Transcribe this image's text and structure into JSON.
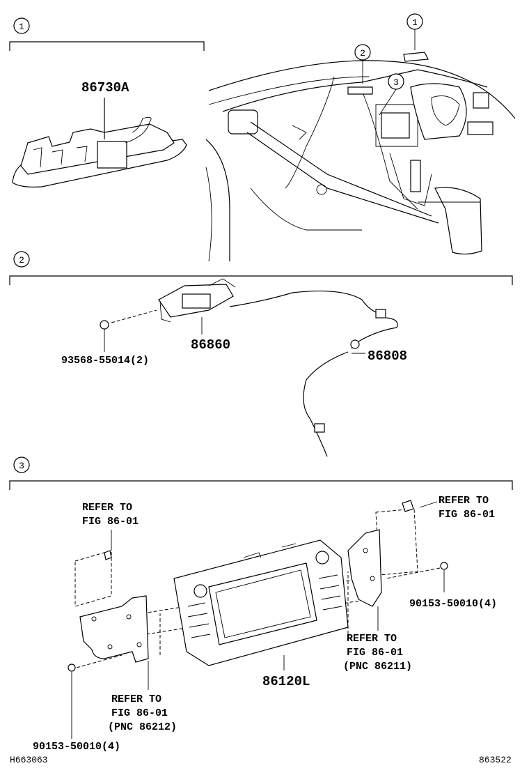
{
  "sections": {
    "s1": {
      "number": "1",
      "part_label": "86730A"
    },
    "s2": {
      "number": "2",
      "part_labels": [
        "86860",
        "86808",
        "93568-55014(2)"
      ]
    },
    "s3": {
      "number": "3",
      "main_part": "86120L",
      "refs": {
        "top_left": [
          "REFER TO",
          "FIG 86-01"
        ],
        "top_right": [
          "REFER TO",
          "FIG 86-01"
        ],
        "mid_right": [
          "REFER TO",
          "FIG 86-01",
          "(PNC 86211)"
        ],
        "bottom_left": [
          "REFER TO",
          "FIG 86-01",
          "(PNC 86212)"
        ]
      },
      "bolt_right": "90153-50010(4)",
      "bolt_left": "90153-50010(4)"
    }
  },
  "overview_callouts": [
    "1",
    "2",
    "3"
  ],
  "footer": {
    "left_code": "H663063",
    "right_code": "863522"
  }
}
